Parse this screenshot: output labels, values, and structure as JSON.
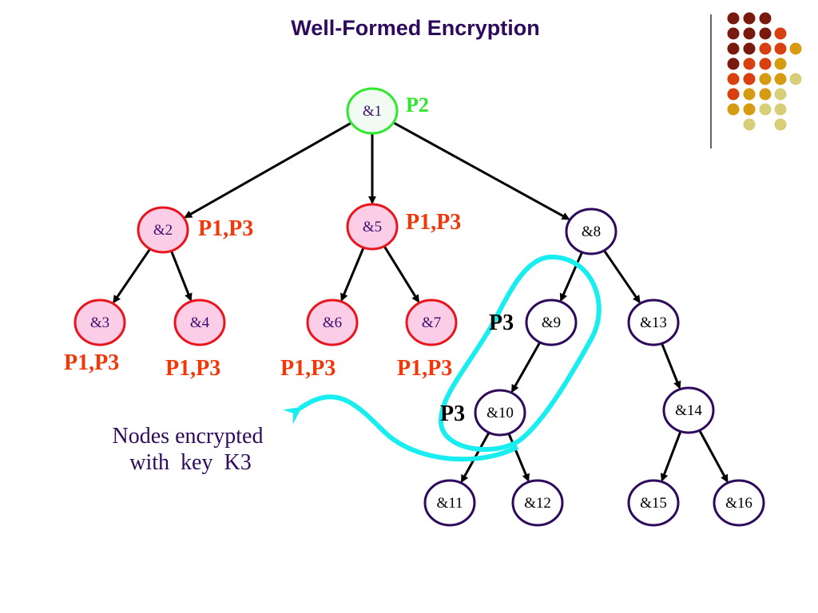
{
  "slide": {
    "title": "Well-Formed Encryption",
    "caption_lines": [
      "Nodes encrypted",
      " with  key  K3"
    ]
  },
  "theme": {
    "green": "#2ee82e",
    "pink_fill": "#fbcde6",
    "pink_stroke": "#e8161c",
    "pink_text": "#3a0c6e",
    "purple_stroke": "#2e0a5c",
    "purple_text": "#000000",
    "annotation_red": "#f0380a",
    "annotation_black": "#000000",
    "highlight": "#18eef0",
    "edge": "#000000",
    "divider": "#333333"
  },
  "tree": {
    "nodes": [
      {
        "id": "1",
        "label": "&1",
        "style": "green"
      },
      {
        "id": "2",
        "label": "&2",
        "style": "pink"
      },
      {
        "id": "3",
        "label": "&3",
        "style": "pink"
      },
      {
        "id": "4",
        "label": "&4",
        "style": "pink"
      },
      {
        "id": "5",
        "label": "&5",
        "style": "pink"
      },
      {
        "id": "6",
        "label": "&6",
        "style": "pink"
      },
      {
        "id": "7",
        "label": "&7",
        "style": "pink"
      },
      {
        "id": "8",
        "label": "&8",
        "style": "purple"
      },
      {
        "id": "9",
        "label": "&9",
        "style": "purple"
      },
      {
        "id": "10",
        "label": "&10",
        "style": "purple"
      },
      {
        "id": "11",
        "label": "&11",
        "style": "purple"
      },
      {
        "id": "12",
        "label": "&12",
        "style": "purple"
      },
      {
        "id": "13",
        "label": "&13",
        "style": "purple"
      },
      {
        "id": "14",
        "label": "&14",
        "style": "purple"
      },
      {
        "id": "15",
        "label": "&15",
        "style": "purple"
      },
      {
        "id": "16",
        "label": "&16",
        "style": "purple"
      }
    ],
    "edges": [
      [
        "1",
        "2"
      ],
      [
        "1",
        "5"
      ],
      [
        "1",
        "8"
      ],
      [
        "2",
        "3"
      ],
      [
        "2",
        "4"
      ],
      [
        "5",
        "6"
      ],
      [
        "5",
        "7"
      ],
      [
        "8",
        "9"
      ],
      [
        "8",
        "13"
      ],
      [
        "9",
        "10"
      ],
      [
        "10",
        "11"
      ],
      [
        "10",
        "12"
      ],
      [
        "13",
        "14"
      ],
      [
        "14",
        "15"
      ],
      [
        "14",
        "16"
      ]
    ],
    "annotations": [
      {
        "node": "1",
        "text": "P2",
        "color": "green"
      },
      {
        "node": "2",
        "text": "P1,P3",
        "color": "red"
      },
      {
        "node": "5",
        "text": "P1,P3",
        "color": "red"
      },
      {
        "node": "3",
        "text": "P1,P3",
        "color": "red"
      },
      {
        "node": "4",
        "text": "P1,P3",
        "color": "red"
      },
      {
        "node": "6",
        "text": "P1,P3",
        "color": "red"
      },
      {
        "node": "7",
        "text": "P1,P3",
        "color": "red"
      },
      {
        "node": "9",
        "text": "P3",
        "color": "black"
      },
      {
        "node": "10",
        "text": "P3",
        "color": "black"
      }
    ],
    "highlight_group": [
      "9",
      "10"
    ]
  },
  "decoration": {
    "dot_rows": [
      [
        "dark",
        "dark",
        "dark",
        null,
        null
      ],
      [
        "dark",
        "dark",
        "dark",
        "orange",
        null
      ],
      [
        "dark",
        "dark",
        "orange",
        "orange",
        "gold"
      ],
      [
        "dark",
        "orange",
        "orange",
        "gold",
        null
      ],
      [
        "orange",
        "orange",
        "gold",
        "gold",
        "pale"
      ],
      [
        "orange",
        "gold",
        "gold",
        "pale",
        null
      ],
      [
        "gold",
        "gold",
        "pale",
        "pale",
        null
      ],
      [
        null,
        "pale",
        null,
        "pale",
        null
      ]
    ],
    "dot_colors": {
      "dark": "#7a1a0e",
      "orange": "#d8400f",
      "gold": "#d59c12",
      "pale": "#d6cf78"
    }
  }
}
